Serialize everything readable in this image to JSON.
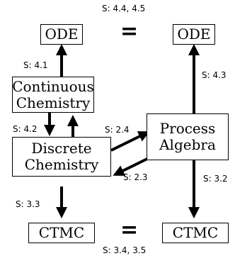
{
  "nodes": {
    "ode_left": "ODE",
    "ode_right": "ODE",
    "continuous_chemistry": "Continuous\nChemistry",
    "discrete_chemistry": "Discrete\nChemistry",
    "process_algebra": "Process\nAlgebra",
    "ctmc_left": "CTMC",
    "ctmc_right": "CTMC"
  },
  "equals": {
    "top": "=",
    "bottom": "="
  },
  "labels": {
    "top": "S: 4.4, 4.5",
    "bottom": "S: 3.4, 3.5",
    "s41": "S: 4.1",
    "s43": "S: 4.3",
    "s42": "S: 4.2",
    "s24": "S: 2.4",
    "s23": "S: 2.3",
    "s33": "S: 3.3",
    "s32": "S: 3.2"
  }
}
